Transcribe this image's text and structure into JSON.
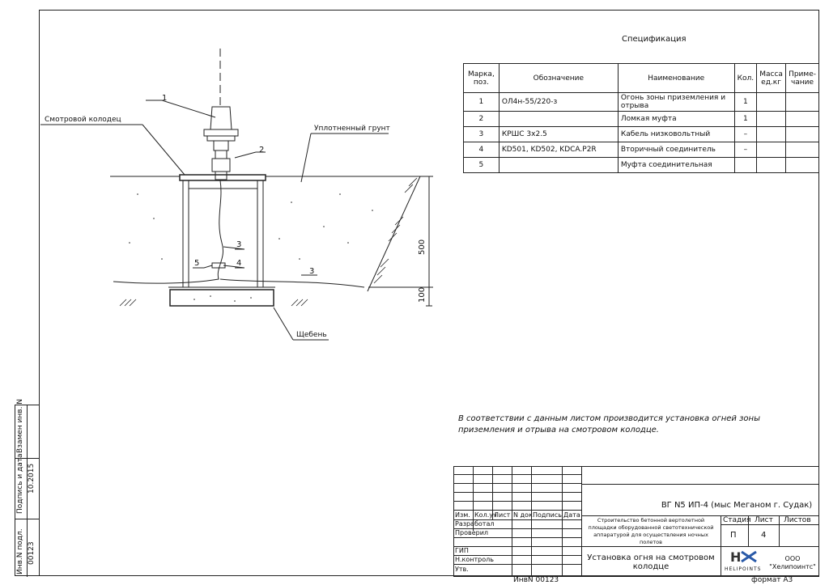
{
  "drawing": {
    "labels": {
      "inspection_well": "Смотровой колодец",
      "compacted_soil": "Уплотненный грунт",
      "gravel": "Щебень",
      "dim_500": "500",
      "dim_100": "100",
      "callouts": [
        "1",
        "2",
        "3",
        "4",
        "5",
        "3"
      ]
    }
  },
  "spec": {
    "title": "Спецификация",
    "headers": [
      "Марка, поз.",
      "Обозначение",
      "Наименование",
      "Кол.",
      "Масса ед.кг",
      "Приме-чание"
    ],
    "rows": [
      {
        "pos": "1",
        "designation": "ОЛ4н-55/220-з",
        "name": "Огонь зоны приземления и отрыва",
        "qty": "1",
        "mass": "",
        "note": ""
      },
      {
        "pos": "2",
        "designation": "",
        "name": "Ломкая муфта",
        "qty": "1",
        "mass": "",
        "note": ""
      },
      {
        "pos": "3",
        "designation": "КРШС 3х2.5",
        "name": "Кабель низковольтный",
        "qty": "–",
        "mass": "",
        "note": ""
      },
      {
        "pos": "4",
        "designation": "KD501, KD502, KDCA.P2R",
        "name": "Вторичный соединитель",
        "qty": "–",
        "mass": "",
        "note": ""
      },
      {
        "pos": "5",
        "designation": "",
        "name": "Муфта соединительная",
        "qty": "",
        "mass": "",
        "note": ""
      }
    ]
  },
  "note": "В соответствии с данным листом производится установка огней зоны приземления и отрыва на смотровом колодце.",
  "stamp": {
    "project": "ВГ N5 ИП-4 (мыс Меганом г. Судак)",
    "header_cols": [
      "Изм.",
      "Кол.уч",
      "Лист",
      "N док",
      "Подпись",
      "Дата"
    ],
    "roles": [
      "Разработал",
      "Проверил",
      "",
      "ГИП",
      "Н.контроль",
      "Утв."
    ],
    "object": "Строительство бетонной вертолетной площадки оборудованной светотехнической аппаратурой для осуществления ночных полетов",
    "stage_label": "Стадия",
    "sheet_label": "Лист",
    "sheets_label": "Листов",
    "stage": "П",
    "sheet": "4",
    "sheet_title": "Установка огня на смотровом колодце",
    "company": "ООО \"Хелипоинтс\"",
    "logo_text": "HELIPOINTS",
    "inv_bottom": "ИнвN 00123",
    "format": "формат А3"
  },
  "sidebar": {
    "inv_label": "Инв.N подл.",
    "inv_value": "00123",
    "sign_label": "Подпись и дата",
    "sign_value": "10.2015",
    "replace_label": "Взамен инв. N"
  }
}
